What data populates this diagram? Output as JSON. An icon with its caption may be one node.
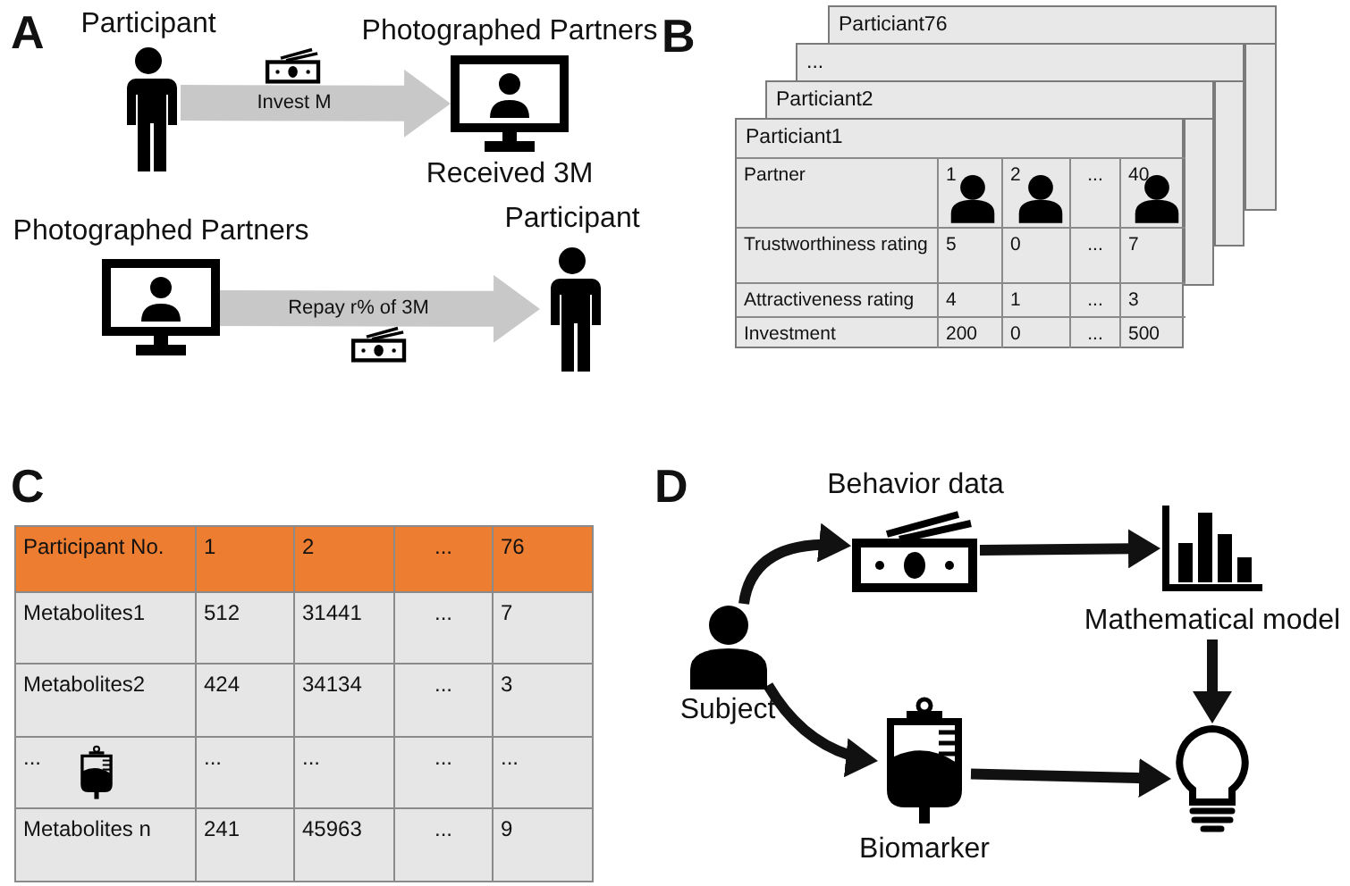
{
  "diagram": {
    "nodes": [
      {
        "text": [
          "Participant"
        ]
      },
      {
        "text": [
          "Photographed Partners"
        ],
        "beside": [
          "Received 3M"
        ]
      },
      {
        "text": [
          "Photographed Partners"
        ]
      },
      {
        "text": [
          "Participant"
        ]
      },
      {
        "text": [
          "Particiant76"
        ]
      },
      {
        "text": [
          "..."
        ]
      },
      {
        "text": [
          "Particiant2"
        ]
      },
      {
        "text": [
          "Particiant1"
        ]
      },
      {
        "text": [
          "Subject"
        ]
      },
      {
        "text": [
          "Behavior data"
        ]
      },
      {
        "text": [
          "Mathematical model"
        ]
      },
      {
        "text": [
          "Biomarker"
        ]
      },
      {
        "text": [],
        "shape": "lightbulb"
      }
    ],
    "edges": [
      {
        "from": 0,
        "to": 1,
        "arrow": "to",
        "label": "Invest M",
        "color": "#c8c8c8"
      },
      {
        "from": 2,
        "to": 3,
        "arrow": "to",
        "label": "Repay r% of 3M",
        "color": "#c8c8c8"
      },
      {
        "from": 8,
        "to": 9,
        "arrow": "to"
      },
      {
        "from": 8,
        "to": 11,
        "arrow": "to"
      },
      {
        "from": 9,
        "to": 10,
        "arrow": "to"
      },
      {
        "from": 10,
        "to": 12,
        "arrow": "to"
      },
      {
        "from": 11,
        "to": 12,
        "arrow": "to"
      }
    ],
    "labels": [
      "A",
      "B",
      "Partner",
      "1",
      "2",
      "...",
      "40",
      "Trustworthiness rating",
      "5",
      "0",
      "...",
      "7",
      "Attractiveness rating",
      "4",
      "1",
      "...",
      "3",
      "Investment",
      "200",
      "0",
      "...",
      "500",
      "C",
      "Participant No.",
      "1",
      "2",
      "...",
      "76",
      "Metabolites1",
      "512",
      "31441",
      "...",
      "7",
      "Metabolites2",
      "424",
      "34134",
      "...",
      "3",
      "...",
      "...",
      "...",
      "...",
      "...",
      "Metabolites n",
      "241",
      "45963",
      "...",
      "9",
      "D"
    ]
  }
}
